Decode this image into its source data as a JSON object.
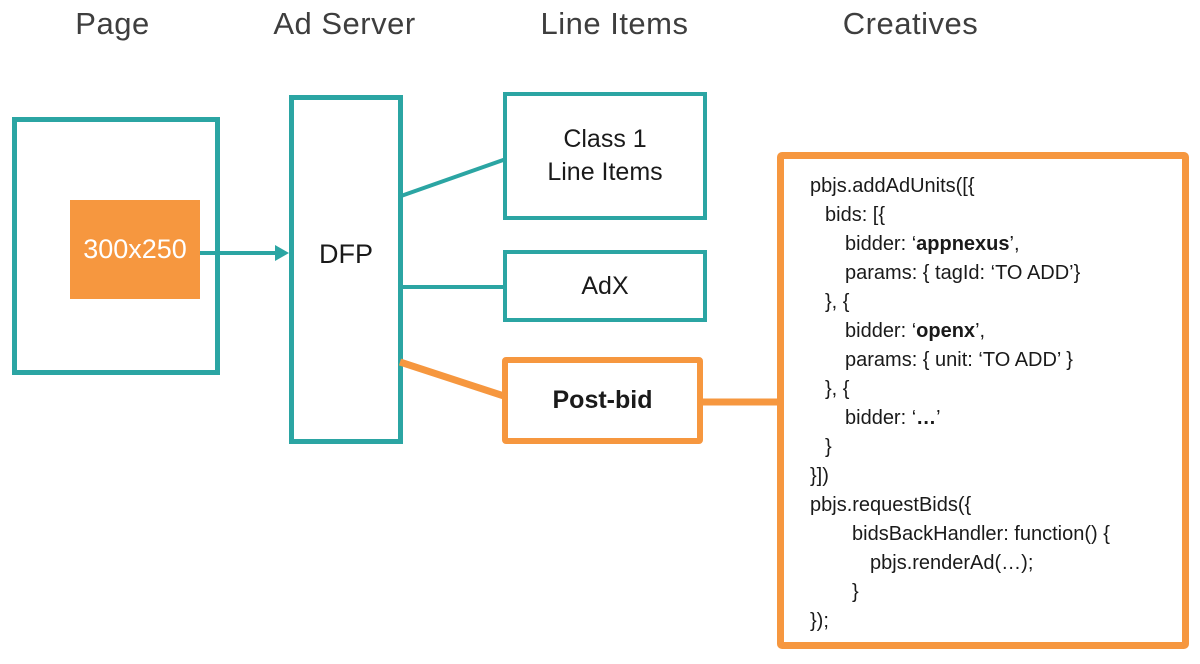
{
  "headers": [
    {
      "label": "Page"
    },
    {
      "label": "Ad Server"
    },
    {
      "label": "Line Items"
    },
    {
      "label": "Creatives"
    }
  ],
  "page": {
    "ad_slot_label": "300x250"
  },
  "ad_server": {
    "label": "DFP"
  },
  "line_items": {
    "class1_line1": "Class 1",
    "class1_line2": "Line Items",
    "adx": "AdX",
    "postbid": "Post-bid"
  },
  "creatives": {
    "code_lines": [
      {
        "indent": 0,
        "segments": [
          {
            "t": "pbjs.addAdUnits([{"
          }
        ]
      },
      {
        "indent": 15,
        "segments": [
          {
            "t": "bids: [{"
          }
        ]
      },
      {
        "indent": 35,
        "segments": [
          {
            "t": "bidder: ‘"
          },
          {
            "t": "appnexus",
            "b": true
          },
          {
            "t": "’,"
          }
        ]
      },
      {
        "indent": 35,
        "segments": [
          {
            "t": "params: { tagId: ‘TO ADD’}"
          }
        ]
      },
      {
        "indent": 15,
        "segments": [
          {
            "t": "}, {"
          }
        ]
      },
      {
        "indent": 35,
        "segments": [
          {
            "t": "bidder: ‘"
          },
          {
            "t": "openx",
            "b": true
          },
          {
            "t": "’,"
          }
        ]
      },
      {
        "indent": 35,
        "segments": [
          {
            "t": "params: { unit: ‘TO ADD’ }"
          }
        ]
      },
      {
        "indent": 15,
        "segments": [
          {
            "t": "}, {"
          }
        ]
      },
      {
        "indent": 35,
        "segments": [
          {
            "t": "bidder: ‘"
          },
          {
            "t": "…",
            "b": true
          },
          {
            "t": "’"
          }
        ]
      },
      {
        "indent": 15,
        "segments": [
          {
            "t": "}"
          }
        ]
      },
      {
        "indent": 0,
        "segments": [
          {
            "t": "}])"
          }
        ]
      },
      {
        "indent": 0,
        "segments": [
          {
            "t": "pbjs.requestBids({"
          }
        ]
      },
      {
        "indent": 42,
        "segments": [
          {
            "t": "bidsBackHandler: function() {"
          }
        ]
      },
      {
        "indent": 60,
        "segments": [
          {
            "t": "pbjs.renderAd(…);"
          }
        ]
      },
      {
        "indent": 42,
        "segments": [
          {
            "t": "}"
          }
        ]
      },
      {
        "indent": 0,
        "segments": [
          {
            "t": "});"
          }
        ]
      }
    ]
  },
  "colors": {
    "teal": "#2BA5A3",
    "orange": "#F6973F",
    "heading_text": "#3E3E3E",
    "code_text": "#1A1A1A",
    "slot_text": "#FFFFFF",
    "background": "#FFFFFF"
  }
}
